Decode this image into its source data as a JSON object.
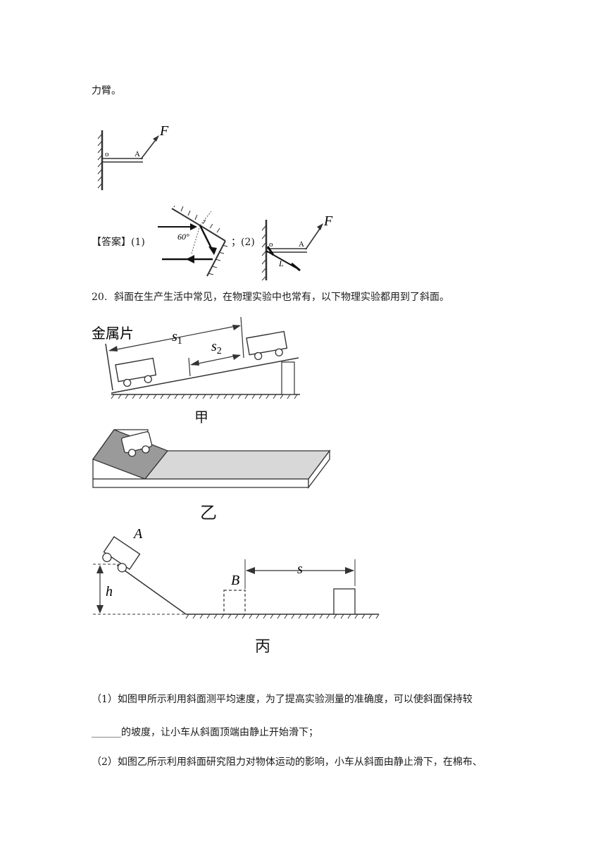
{
  "top_text": "力臂。",
  "fig_lever": {
    "label_o": "o",
    "label_a": "A",
    "label_f": "F"
  },
  "answer": {
    "prefix": "【答案】(1)",
    "angle": "60°",
    "mid": "；(2)",
    "label_o": "o",
    "label_a": "A",
    "label_f": "F",
    "label_l": "L"
  },
  "question": {
    "number": "20.",
    "stem": "斜面在生产生活中常见，在物理实验中也常有，以下物理实验都用到了斜面。"
  },
  "fig_jia": {
    "metal_label": "金属片",
    "s1": "s",
    "s1_sub": "1",
    "s2": "s",
    "s2_sub": "2",
    "caption": "甲"
  },
  "fig_yi": {
    "caption": "乙"
  },
  "fig_bing": {
    "label_a": "A",
    "label_b": "B",
    "label_h": "h",
    "label_s": "s",
    "caption": "丙"
  },
  "sub_questions": {
    "q1_line1": "（1）如图甲所示利用斜面测平均速度，为了提高实验测量的准确度，可以使斜面保持较",
    "q1_line2": "______的坡度，让小车从斜面顶端由静止开始滑下；",
    "q2_line1": "（2）如图乙所示利用斜面研究阻力对物体运动的影响，小车从斜面由静止滑下，在棉布、"
  }
}
